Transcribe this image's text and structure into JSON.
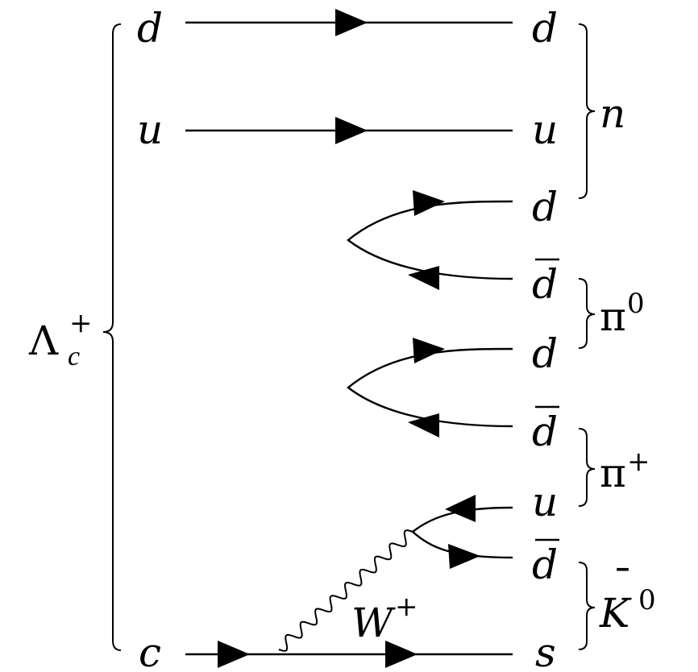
{
  "parent_hadron": {
    "symbol": "Λ",
    "subscript": "c",
    "superscript": "+"
  },
  "left_quarks": {
    "top": "d",
    "middle": "u",
    "bottom": "c"
  },
  "right_quarks": [
    "d",
    "u",
    "d",
    "d",
    "d",
    "d",
    "u",
    "d",
    "s"
  ],
  "right_quark_bars": [
    false,
    false,
    false,
    true,
    false,
    true,
    false,
    true,
    false
  ],
  "boson": {
    "symbol": "W",
    "superscript": "+"
  },
  "products": [
    {
      "symbol": "n",
      "superscript": "",
      "accent": ""
    },
    {
      "symbol": "π",
      "superscript": "0",
      "accent": ""
    },
    {
      "symbol": "π",
      "superscript": "+",
      "accent": ""
    },
    {
      "symbol": "K",
      "superscript": "0",
      "accent": "¯"
    }
  ]
}
